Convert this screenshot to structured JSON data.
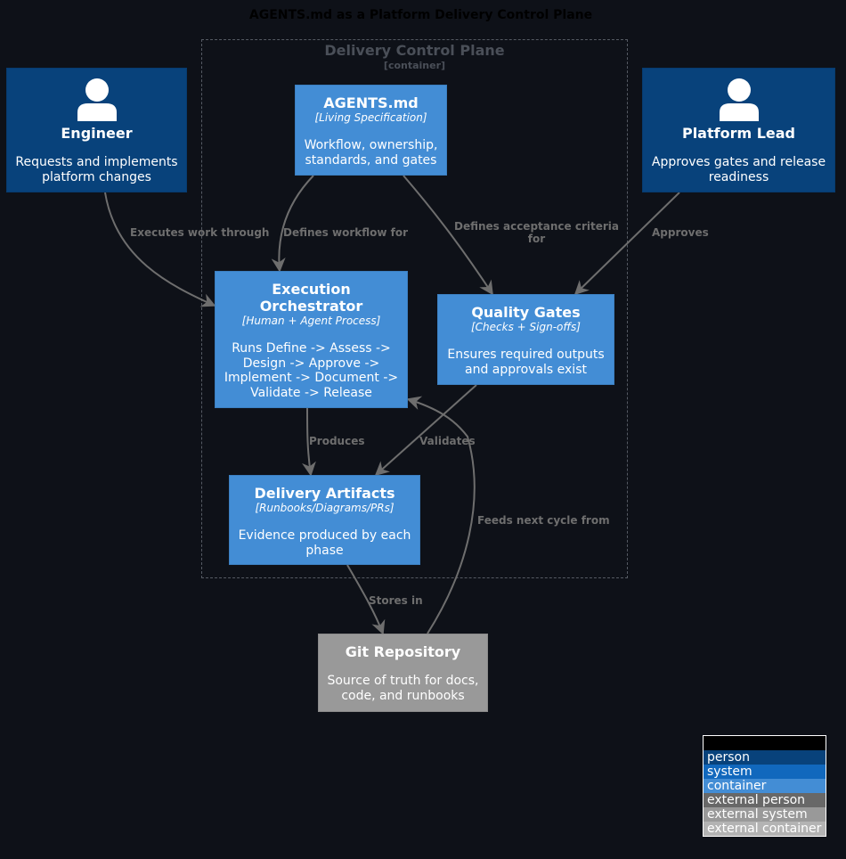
{
  "diagram": {
    "title": "AGENTS.md as a Platform Delivery Control Plane",
    "boundary": {
      "name": "Delivery Control Plane",
      "type": "[container]"
    },
    "nodes": {
      "engineer": {
        "name": "Engineer",
        "description": "Requests and implements platform changes"
      },
      "platform_lead": {
        "name": "Platform Lead",
        "description": "Approves gates and release readiness"
      },
      "agents_md": {
        "name": "AGENTS.md",
        "technology": "[Living Specification]",
        "description": "Workflow, ownership, standards, and gates"
      },
      "orchestrator": {
        "name": "Execution Orchestrator",
        "technology": "[Human + Agent Process]",
        "description": "Runs Define -> Assess -> Design -> Approve -> Implement -> Document -> Validate -> Release"
      },
      "quality_gates": {
        "name": "Quality Gates",
        "technology": "[Checks + Sign-offs]",
        "description": "Ensures required outputs and approvals exist"
      },
      "artifacts": {
        "name": "Delivery Artifacts",
        "technology": "[Runbooks/Diagrams/PRs]",
        "description": "Evidence produced by each phase"
      },
      "git_repo": {
        "name": "Git Repository",
        "description": "Source of truth for docs, code, and runbooks"
      }
    },
    "edges": [
      {
        "from": "engineer",
        "to": "orchestrator",
        "label": "Executes work through"
      },
      {
        "from": "agents_md",
        "to": "orchestrator",
        "label": "Defines workflow for"
      },
      {
        "from": "agents_md",
        "to": "quality_gates",
        "label": "Defines acceptance criteria for"
      },
      {
        "from": "platform_lead",
        "to": "quality_gates",
        "label": "Approves"
      },
      {
        "from": "orchestrator",
        "to": "artifacts",
        "label": "Produces"
      },
      {
        "from": "quality_gates",
        "to": "artifacts",
        "label": "Validates"
      },
      {
        "from": "git_repo",
        "to": "orchestrator",
        "label": "Feeds next cycle from"
      },
      {
        "from": "artifacts",
        "to": "git_repo",
        "label": "Stores in"
      }
    ],
    "legend": {
      "title": "Legend",
      "items": [
        {
          "label": "person",
          "color": "#08427b"
        },
        {
          "label": "system",
          "color": "#1168bd"
        },
        {
          "label": "container",
          "color": "#438dd5"
        },
        {
          "label": "external person",
          "color": "#686868"
        },
        {
          "label": "external system",
          "color": "#999999"
        },
        {
          "label": "external container",
          "color": "#b3b3b3"
        }
      ]
    }
  }
}
